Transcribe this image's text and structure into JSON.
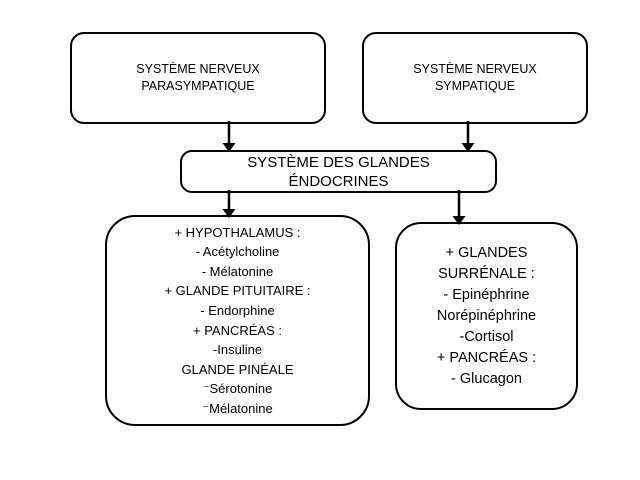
{
  "diagram": {
    "title": "Flowchart of nervous system control over endocrine glands",
    "background_color": "#ffffff",
    "line_color": "#000000",
    "nodes": {
      "parasympathetic": {
        "lines": [
          "SYSTÈME NERVEUX",
          "PARASYMPATIQUE"
        ]
      },
      "sympathetic": {
        "lines": [
          "SYSTÈME NERVEUX",
          "SYMPATIQUE"
        ]
      },
      "endocrine": {
        "lines": [
          "SYSTÈME DES GLANDES",
          "ÉNDOCRINES"
        ]
      },
      "left_glands": {
        "lines": [
          "+ HYPOTHALAMUS :",
          "- Acétylcholine",
          "- Mélatonine",
          "+ GLANDE PITUITAIRE :",
          "- Endorphine",
          "+ PANCRÉAS :",
          "-Insuline",
          "GLANDE PINÉALE",
          "⁻Sérotonine",
          "⁻Mélatonine"
        ]
      },
      "right_glands": {
        "lines": [
          "+ GLANDES",
          "SURRÉNALE :",
          "- Epinéphrine",
          "Norépinéphrine",
          "-Cortisol",
          "+ PANCRÉAS :",
          "- Glucagon"
        ]
      }
    },
    "arrows": [
      {
        "name": "arrow-parasympathetic-to-endocrine",
        "from": "parasympathetic",
        "to": "endocrine"
      },
      {
        "name": "arrow-sympathetic-to-endocrine",
        "from": "sympathetic",
        "to": "endocrine"
      },
      {
        "name": "arrow-endocrine-to-left-glands",
        "from": "endocrine",
        "to": "left_glands"
      },
      {
        "name": "arrow-endocrine-to-right-glands",
        "from": "endocrine",
        "to": "right_glands"
      }
    ]
  }
}
